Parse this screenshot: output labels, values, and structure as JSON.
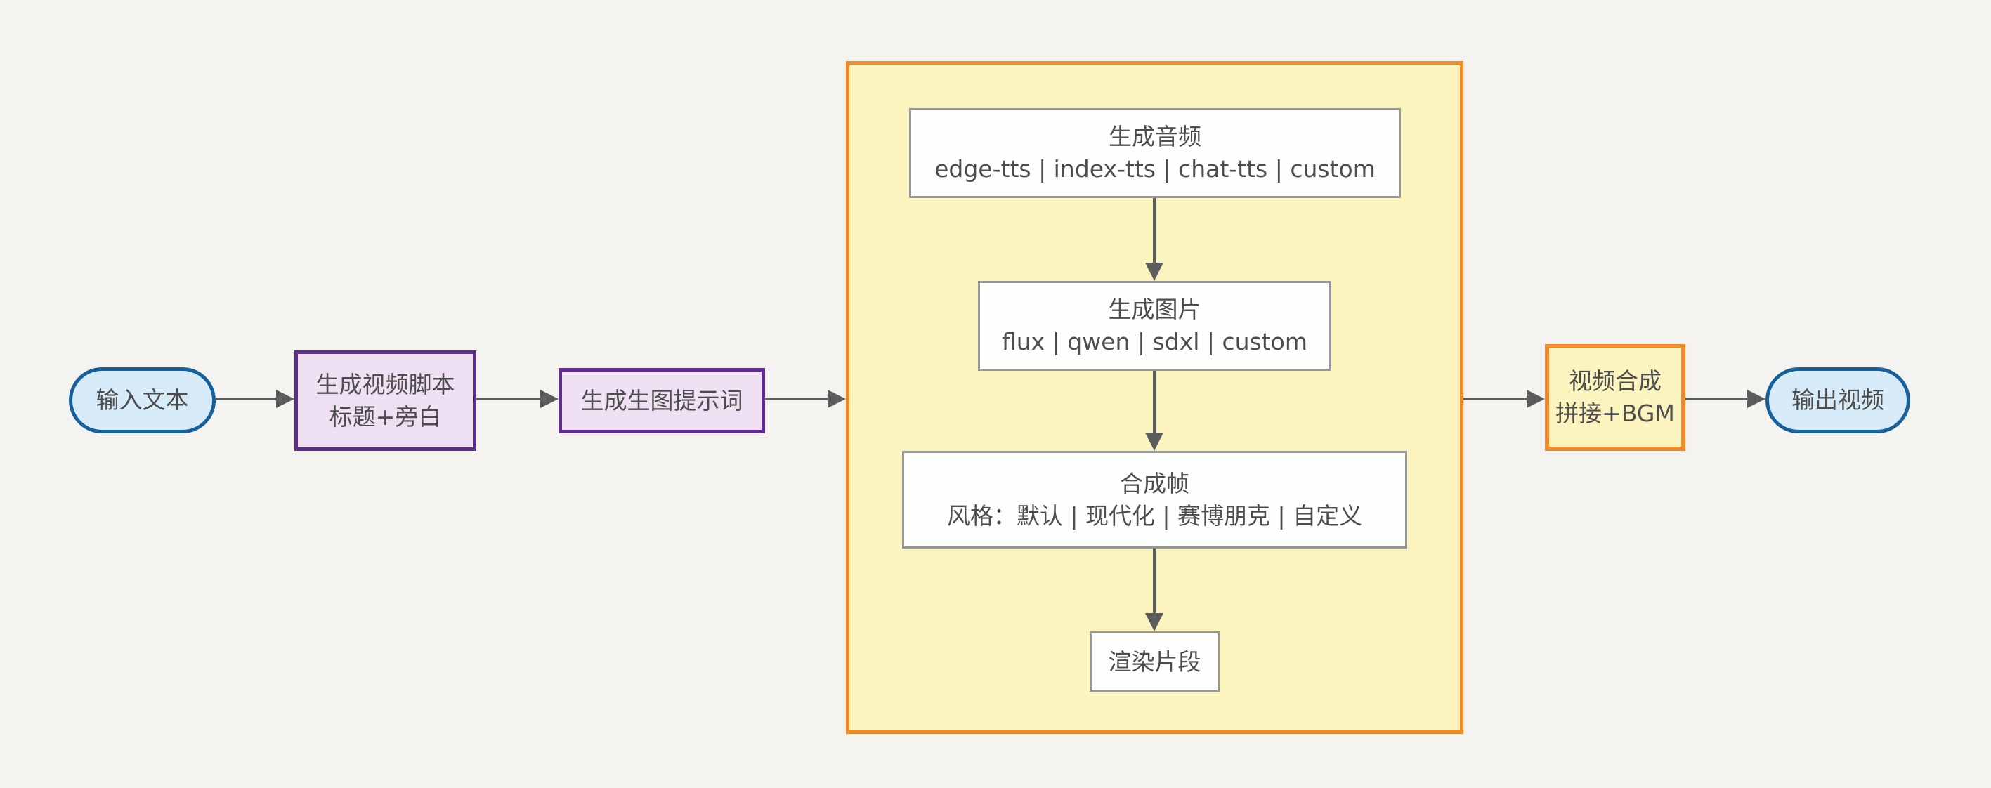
{
  "colors": {
    "canvas-bg": "#f5f3ef",
    "arrow": "#5c5c5c",
    "text": "#4d4d4d",
    "pill-fill": "#d7ebf8",
    "pill-border": "#17609c",
    "purple-fill": "#efe0f3",
    "purple-border": "#5f2b8f",
    "subgraph-fill": "#fcf4be",
    "subgraph-border": "#f18a28",
    "white-fill": "#fefefd",
    "white-border": "#969696"
  },
  "nodes": {
    "input_text": {
      "label": "输入文本"
    },
    "gen_script": {
      "line1": "生成视频脚本",
      "line2": "标题+旁白"
    },
    "gen_image_prompt": {
      "label": "生成生图提示词"
    },
    "gen_audio": {
      "title": "生成音频",
      "options": "edge-tts | index-tts | chat-tts | custom"
    },
    "gen_image": {
      "title": "生成图片",
      "options": "flux | qwen | sdxl | custom"
    },
    "compose_frame": {
      "title": "合成帧",
      "options": "风格：默认 | 现代化 | 赛博朋克 | 自定义"
    },
    "render_clip": {
      "label": "渲染片段"
    },
    "video_compose": {
      "line1": "视频合成",
      "line2": "拼接+BGM"
    },
    "output_video": {
      "label": "输出视频"
    }
  }
}
